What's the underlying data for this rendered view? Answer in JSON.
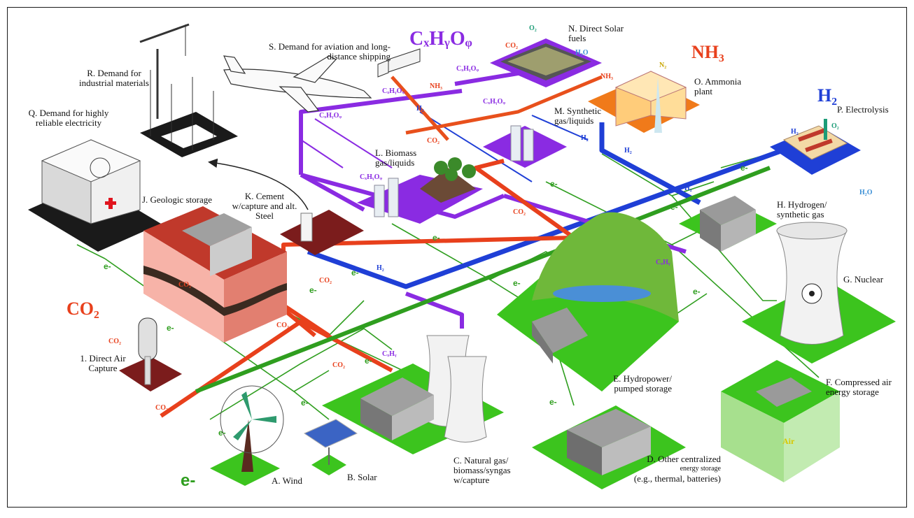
{
  "carriers": {
    "co2": "CO₂",
    "nh3": "NH₃",
    "h2": "H₂",
    "chyoz": "CₓHᵧOᵩ",
    "e": "e-",
    "chy": "CₓHᵧ",
    "o2": "O₂",
    "h2o": "H₂O",
    "n2": "N₂",
    "air": "Air"
  },
  "nodes": {
    "direct_air_capture": "1. Direct Air Capture",
    "wind": "A. Wind",
    "solar": "B. Solar",
    "natural_gas": "C. Natural gas/ biomass/syngas w/capture",
    "other_storage": "D. Other centralized",
    "other_storage_small": "energy storage",
    "other_storage_eg": "(e.g., thermal, batteries)",
    "hydropower": "E. Hydropower/ pumped storage",
    "compressed_air": "F. Compressed air energy storage",
    "nuclear": "G. Nuclear",
    "hydrogen": "H. Hydrogen/ synthetic gas",
    "geologic": "J. Geologic storage",
    "cement": "K. Cement w/capture and alt. Steel",
    "biomass": "L. Biomass gas/liquids",
    "synthetic": "M. Synthetic gas/liquids",
    "direct_solar": "N. Direct Solar fuels",
    "ammonia": "O. Ammonia plant",
    "electrolysis": "P. Electrolysis",
    "demand_electricity": "Q. Demand for highly reliable electricity",
    "demand_industrial": "R. Demand for industrial materials",
    "demand_aviation": "S. Demand for aviation and long-distance shipping"
  },
  "colors": {
    "co2": "#e8401c",
    "h2": "#1f3fd6",
    "chyoz": "#8a2be2",
    "nh3": "#e8501c",
    "electricity": "#2f9e1f",
    "ground": "#3cc41e"
  }
}
